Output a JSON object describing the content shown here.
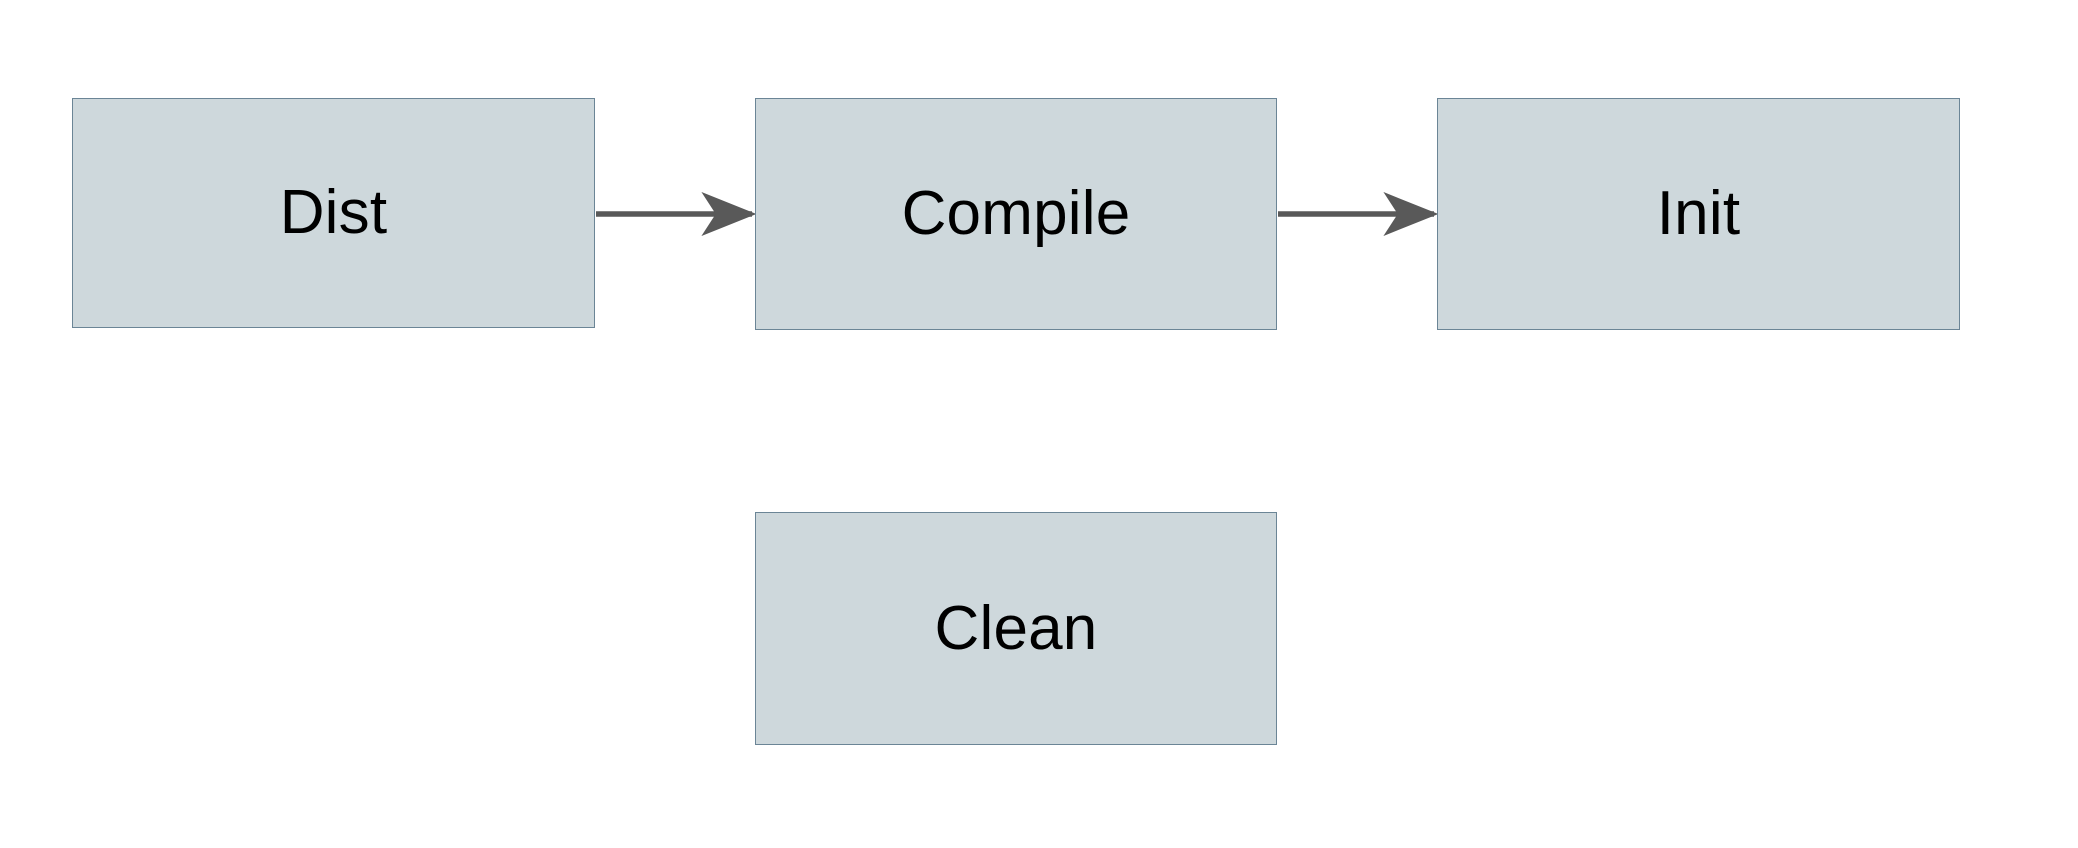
{
  "diagram": {
    "type": "flowchart",
    "background_color": "#ffffff",
    "node_fill_color": "#ced8dc",
    "node_border_color": "#6b8596",
    "edge_color": "#595959",
    "label_color": "#000000",
    "nodes": [
      {
        "id": "dist",
        "label": "Dist"
      },
      {
        "id": "compile",
        "label": "Compile"
      },
      {
        "id": "init",
        "label": "Init"
      },
      {
        "id": "clean",
        "label": "Clean"
      }
    ],
    "edges": [
      {
        "id": "dist-compile",
        "from": "Dist",
        "to": "Compile",
        "arrowhead": "solid-triangle",
        "direction": "right"
      },
      {
        "id": "compile-init",
        "from": "Compile",
        "to": "Init",
        "arrowhead": "solid-triangle",
        "direction": "right"
      }
    ]
  }
}
